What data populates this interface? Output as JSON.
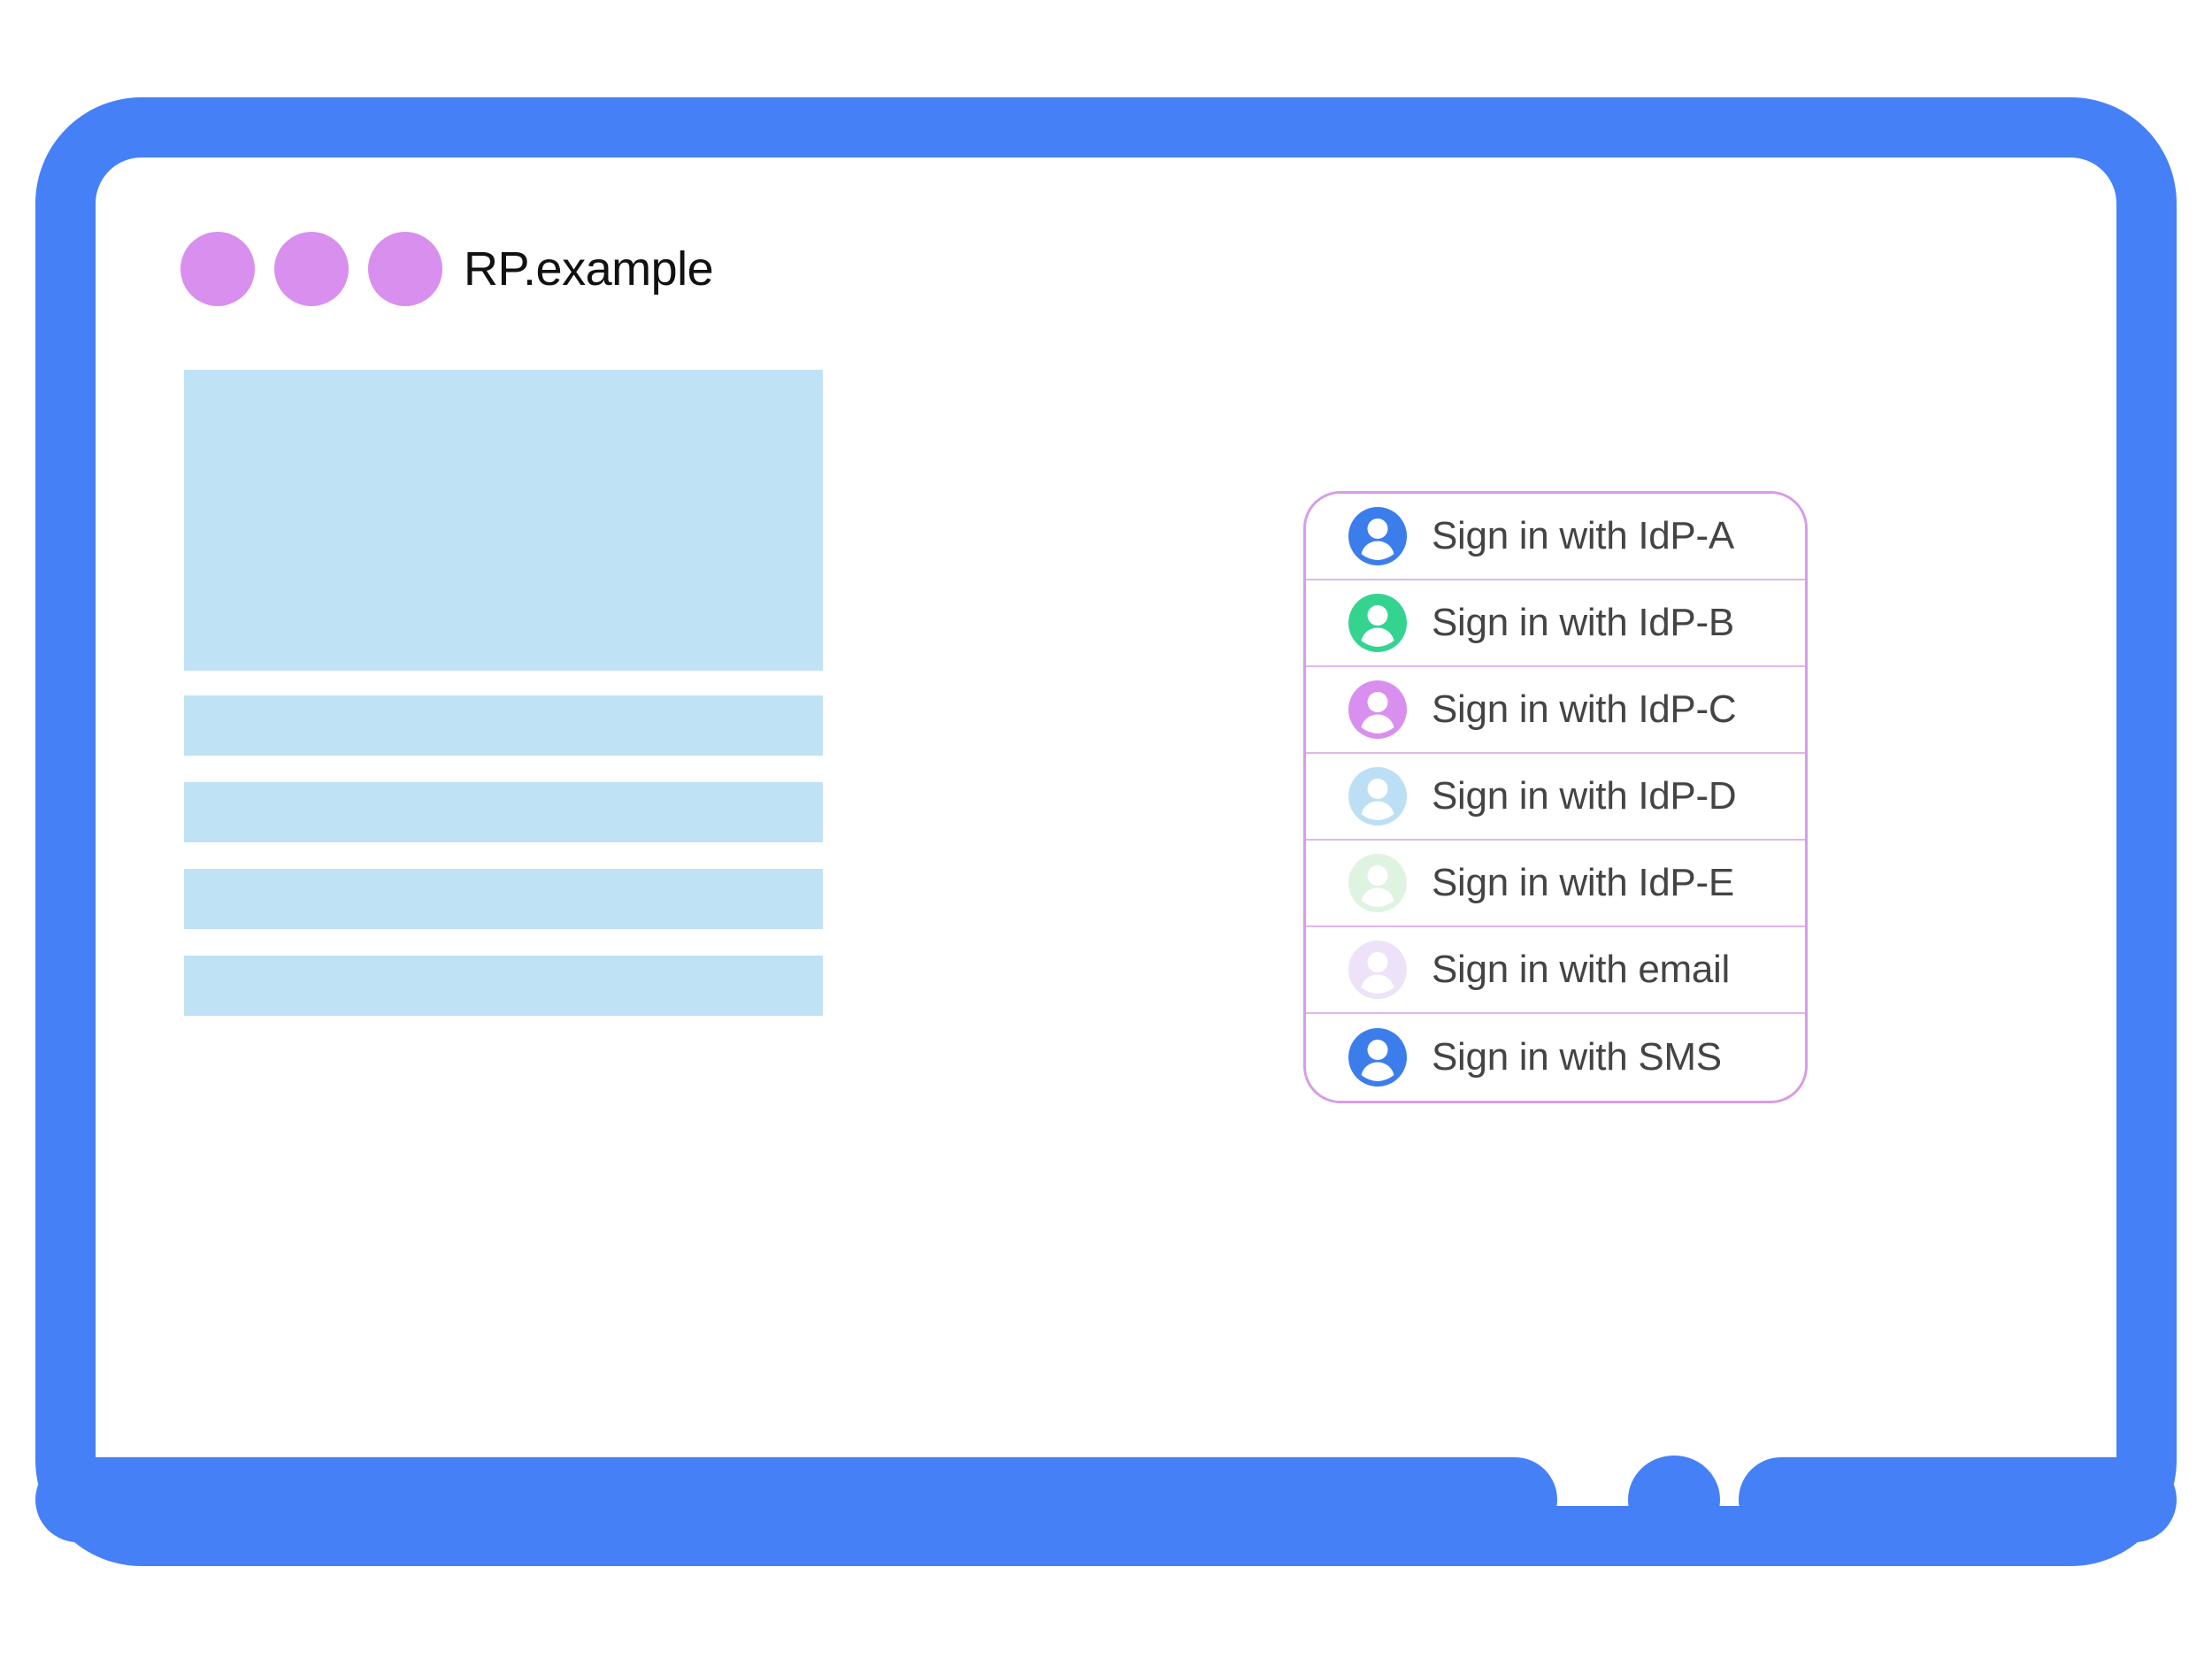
{
  "theme": {
    "frame_blue": "#4580F7",
    "panel_border": "#D79CE8",
    "divider": "#E2B4EE",
    "placeholder_blue": "#BFE2F5",
    "traffic_dot": "#D98FEE",
    "label_text": "#444444"
  },
  "titlebar": {
    "title": "RP.example",
    "dots": [
      "window-dot-1",
      "window-dot-2",
      "window-dot-3"
    ]
  },
  "content": {
    "hero_placeholder": "",
    "bars": [
      "",
      "",
      "",
      ""
    ]
  },
  "account_chooser": {
    "rows": [
      {
        "label": "Sign in with IdP-A",
        "avatar_color": "#3B7DEB",
        "icon": "account-avatar-icon"
      },
      {
        "label": "Sign in with IdP-B",
        "avatar_color": "#34D490",
        "icon": "account-avatar-icon"
      },
      {
        "label": "Sign in with IdP-C",
        "avatar_color": "#D98FEE",
        "icon": "account-avatar-icon"
      },
      {
        "label": "Sign in with IdP-D",
        "avatar_color": "#BCDFF5",
        "icon": "account-avatar-icon"
      },
      {
        "label": "Sign in with IdP-E",
        "avatar_color": "#DFF3E1",
        "icon": "account-avatar-icon"
      },
      {
        "label": "Sign in with email",
        "avatar_color": "#EDE2F7",
        "icon": "account-avatar-icon"
      },
      {
        "label": "Sign in with SMS",
        "avatar_color": "#3B7DEB",
        "icon": "account-avatar-icon"
      }
    ]
  },
  "device": {
    "home_button": "home-button"
  }
}
